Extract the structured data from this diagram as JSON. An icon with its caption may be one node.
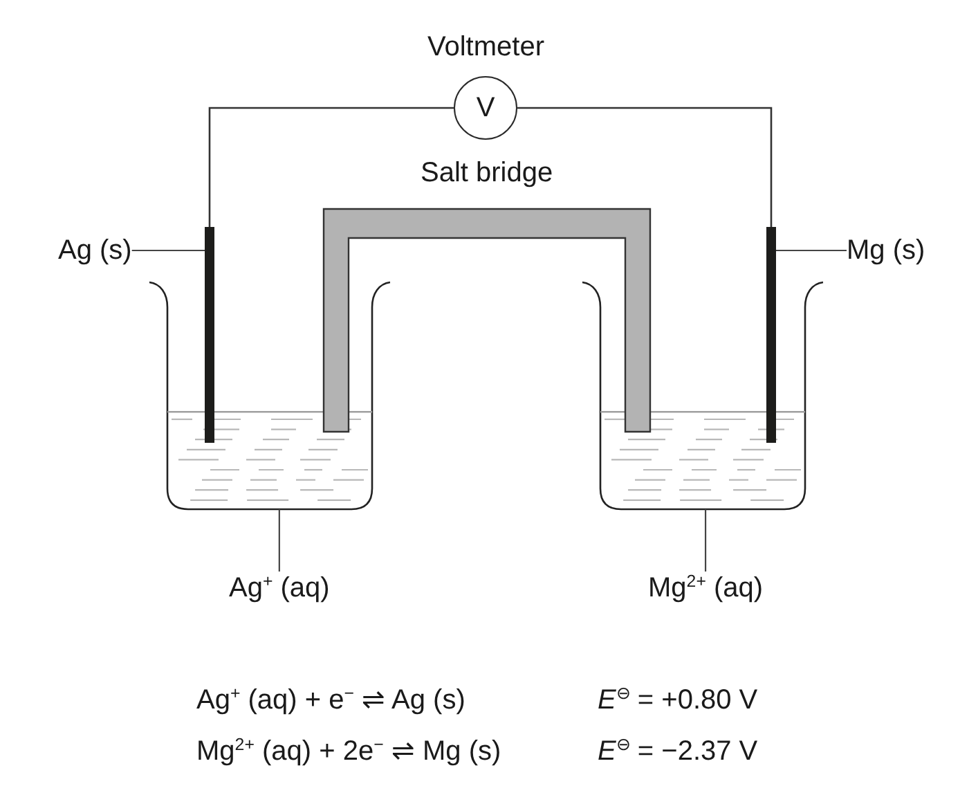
{
  "diagram": {
    "nodes": [
      {
        "text": [
          "V"
        ],
        "beside": [
          "Voltmeter"
        ]
      },
      {
        "text": [],
        "shape": "tube",
        "beside": [
          "Salt bridge"
        ]
      },
      {
        "text": [
          "Ag (s)"
        ]
      },
      {
        "text": [],
        "shape": "bar"
      },
      {
        "text": [],
        "shape": "bar"
      },
      {
        "text": [
          "Mg (s)"
        ]
      },
      {
        "text": [],
        "shape": "box"
      },
      {
        "text": [
          "Ag$^{+}$ (aq)"
        ]
      },
      {
        "text": [],
        "shape": "box"
      },
      {
        "text": [
          "Mg$^{2+}$ (aq)"
        ]
      }
    ],
    "edges": [
      {
        "from": 3,
        "to": 0,
        "arrow": "none"
      },
      {
        "from": 0,
        "to": 4,
        "arrow": "none"
      },
      {
        "from": 2,
        "to": 3,
        "arrow": "none"
      },
      {
        "from": 5,
        "to": 4,
        "arrow": "none"
      },
      {
        "from": 7,
        "to": 6,
        "arrow": "none"
      },
      {
        "from": 9,
        "to": 8,
        "arrow": "none"
      }
    ],
    "labels": [
      "Ag$^{+}$ (aq) + e$^{−}$ ⇌ Ag (s)",
      "*E*$^{⊖}$ = +0.80 V",
      "Mg$^{2+}$ (aq) + 2e$^{−}$ ⇌ Mg (s)",
      "*E*$^{⊖}$ = −2.37 V"
    ]
  }
}
